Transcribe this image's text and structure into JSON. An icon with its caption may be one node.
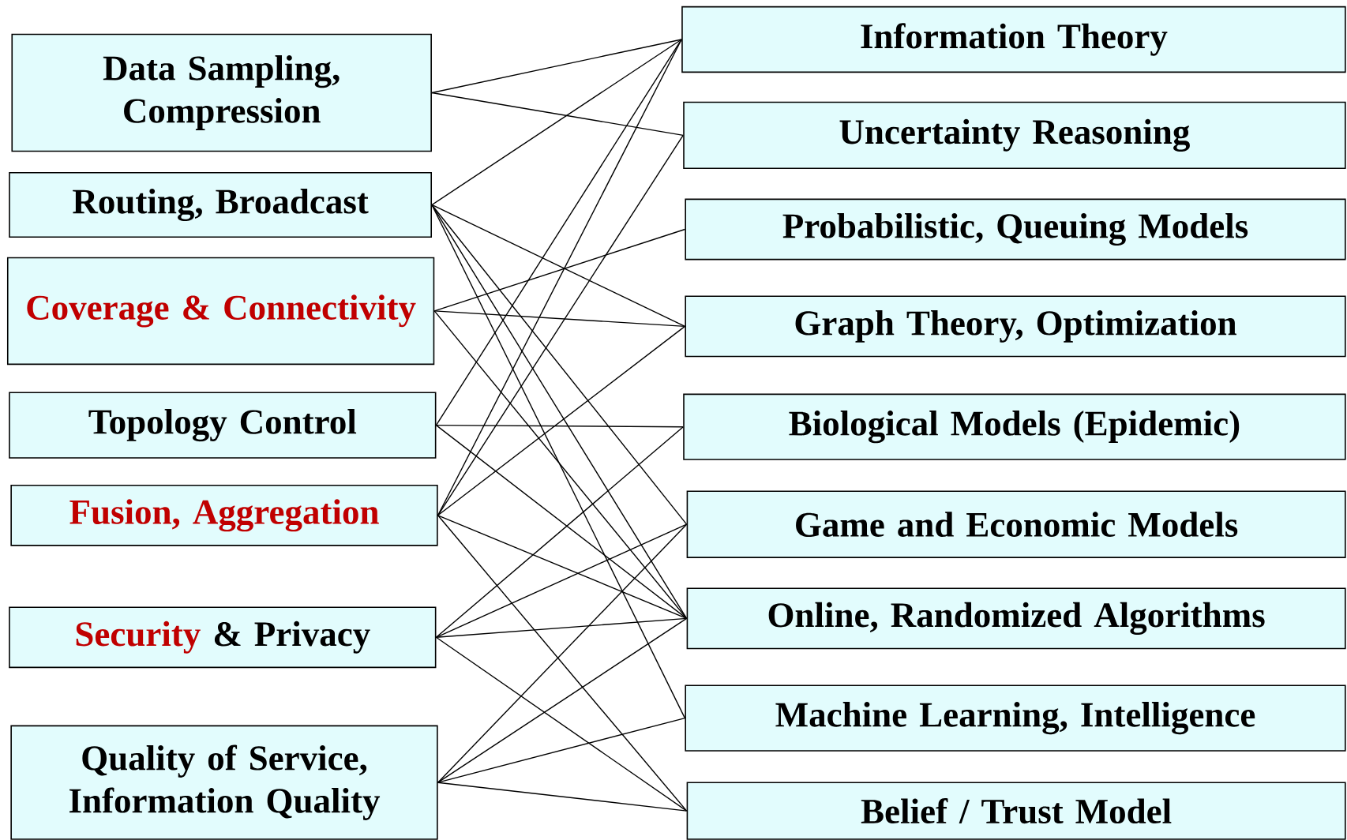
{
  "diagram": {
    "nodes": [
      {
        "text": [
          "Data Sampling, Compression"
        ]
      },
      {
        "text": [
          "Routing, Broadcast"
        ]
      },
      {
        "text": [
          "Coverage & Connectivity"
        ]
      },
      {
        "text": [
          "Topology Control"
        ]
      },
      {
        "text": [
          "Fusion, Aggregation"
        ]
      },
      {
        "text": [
          "Security",
          "& Privacy"
        ]
      },
      {
        "text": [
          "Quality of Service, Information Quality"
        ]
      },
      {
        "text": [
          "Information Theory"
        ]
      },
      {
        "text": [
          "Uncertainty Reasoning"
        ]
      },
      {
        "text": [
          "Probabilistic, Queuing Models"
        ]
      },
      {
        "text": [
          "Graph Theory, Optimization"
        ]
      },
      {
        "text": [
          "Biological Models (Epidemic)"
        ]
      },
      {
        "text": [
          "Game and Economic Models"
        ]
      },
      {
        "text": [
          "Online, Randomized Algorithms"
        ]
      },
      {
        "text": [
          "Machine Learning, Intelligence"
        ]
      },
      {
        "text": [
          "Belief / Trust Model"
        ]
      }
    ],
    "edges": [
      {
        "from": 0,
        "to": 7,
        "arrow": "none"
      },
      {
        "from": 0,
        "to": 8,
        "arrow": "none"
      },
      {
        "from": 1,
        "to": 7,
        "arrow": "none"
      },
      {
        "from": 1,
        "to": 10,
        "arrow": "none"
      },
      {
        "from": 1,
        "to": 12,
        "arrow": "none"
      },
      {
        "from": 1,
        "to": 13,
        "arrow": "none"
      },
      {
        "from": 1,
        "to": 14,
        "arrow": "none"
      },
      {
        "from": 2,
        "to": 9,
        "arrow": "none"
      },
      {
        "from": 2,
        "to": 10,
        "arrow": "none"
      },
      {
        "from": 2,
        "to": 13,
        "arrow": "none"
      },
      {
        "from": 3,
        "to": 7,
        "arrow": "none"
      },
      {
        "from": 3,
        "to": 11,
        "arrow": "none"
      },
      {
        "from": 3,
        "to": 13,
        "arrow": "none"
      },
      {
        "from": 4,
        "to": 7,
        "arrow": "none"
      },
      {
        "from": 4,
        "to": 8,
        "arrow": "none"
      },
      {
        "from": 4,
        "to": 10,
        "arrow": "none"
      },
      {
        "from": 4,
        "to": 13,
        "arrow": "none"
      },
      {
        "from": 4,
        "to": 15,
        "arrow": "none"
      },
      {
        "from": 5,
        "to": 11,
        "arrow": "none"
      },
      {
        "from": 5,
        "to": 12,
        "arrow": "none"
      },
      {
        "from": 5,
        "to": 13,
        "arrow": "none"
      },
      {
        "from": 5,
        "to": 15,
        "arrow": "none"
      },
      {
        "from": 6,
        "to": 12,
        "arrow": "none"
      },
      {
        "from": 6,
        "to": 13,
        "arrow": "none"
      },
      {
        "from": 6,
        "to": 14,
        "arrow": "none"
      },
      {
        "from": 6,
        "to": 15,
        "arrow": "none"
      }
    ]
  }
}
